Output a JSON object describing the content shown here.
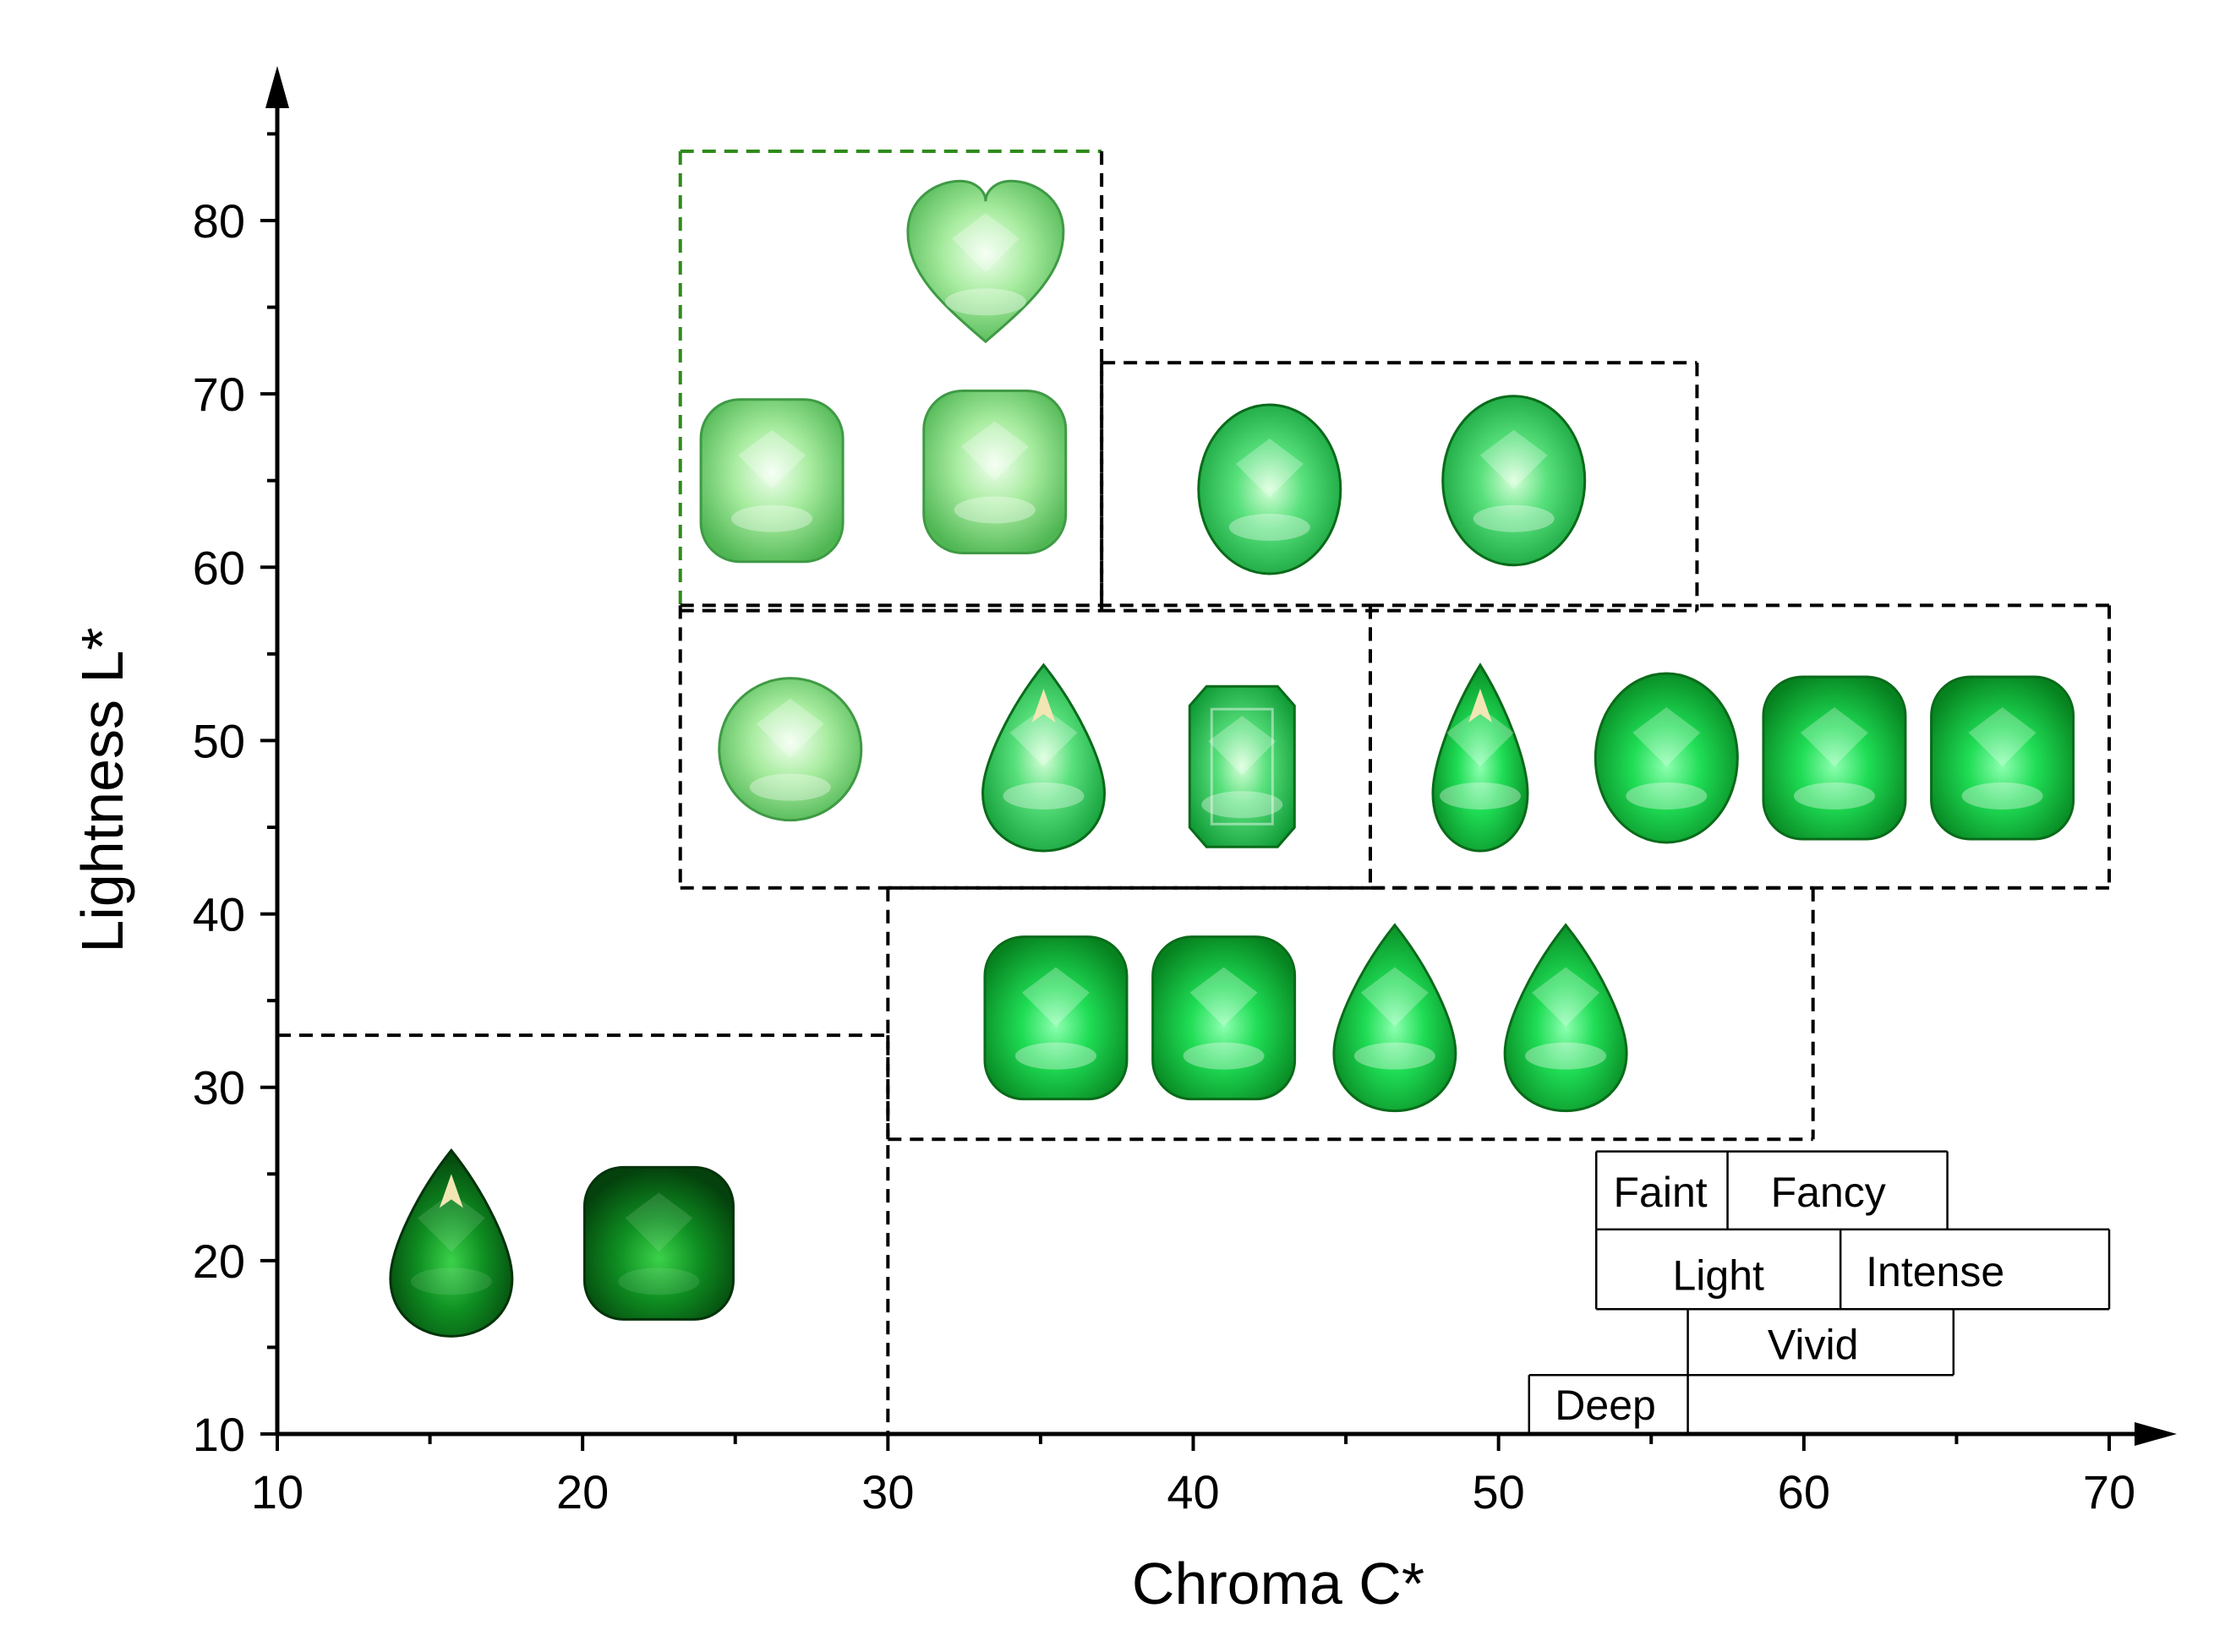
{
  "chart_data": {
    "type": "scatter",
    "title": "",
    "xlabel": "Chroma C*",
    "ylabel": "Lightness L*",
    "xlim": [
      10,
      70
    ],
    "ylim": [
      10,
      85
    ],
    "x_ticks": [
      10,
      20,
      30,
      40,
      50,
      60,
      70
    ],
    "y_ticks": [
      10,
      20,
      30,
      40,
      50,
      60,
      70,
      80
    ],
    "grid": false,
    "gem_color": "#19b83a",
    "gem_dark_color": "#0a6b1a",
    "box_color": "#000000",
    "box_highlight_color": "#2e8b1a",
    "points": [
      {
        "shape": "heart",
        "x": 33.2,
        "y": 77.5,
        "tone": "pale"
      },
      {
        "shape": "cushion",
        "x": 26.2,
        "y": 65.0,
        "tone": "pale"
      },
      {
        "shape": "cushion",
        "x": 33.5,
        "y": 65.5,
        "tone": "pale"
      },
      {
        "shape": "oval",
        "x": 42.5,
        "y": 64.5,
        "tone": "light"
      },
      {
        "shape": "oval",
        "x": 50.5,
        "y": 65.0,
        "tone": "light"
      },
      {
        "shape": "round",
        "x": 26.8,
        "y": 49.5,
        "tone": "pale"
      },
      {
        "shape": "pear",
        "x": 35.1,
        "y": 49.0,
        "tone": "light"
      },
      {
        "shape": "emerald",
        "x": 41.6,
        "y": 48.5,
        "tone": "light"
      },
      {
        "shape": "pear",
        "x": 49.4,
        "y": 49.0,
        "tone": "vivid"
      },
      {
        "shape": "oval",
        "x": 55.5,
        "y": 49.0,
        "tone": "vivid"
      },
      {
        "shape": "cushion",
        "x": 61.0,
        "y": 49.0,
        "tone": "vivid"
      },
      {
        "shape": "cushion",
        "x": 66.5,
        "y": 49.0,
        "tone": "vivid"
      },
      {
        "shape": "cushion",
        "x": 35.5,
        "y": 34.0,
        "tone": "vivid"
      },
      {
        "shape": "cushion",
        "x": 41.0,
        "y": 34.0,
        "tone": "vivid"
      },
      {
        "shape": "pear",
        "x": 46.6,
        "y": 34.0,
        "tone": "vivid"
      },
      {
        "shape": "pear",
        "x": 52.2,
        "y": 34.0,
        "tone": "vivid"
      },
      {
        "shape": "pear",
        "x": 15.7,
        "y": 21.0,
        "tone": "deep"
      },
      {
        "shape": "cushion",
        "x": 22.5,
        "y": 21.0,
        "tone": "deep"
      }
    ],
    "regions": [
      {
        "x0": 23.2,
        "x1": 37.0,
        "y0": 57.5,
        "y1": 84.0,
        "highlight_left_top": true
      },
      {
        "x0": 37.0,
        "x1": 56.5,
        "y0": 57.5,
        "y1": 71.8,
        "highlight_left_top": false
      },
      {
        "x0": 23.2,
        "x1": 45.8,
        "y0": 41.5,
        "y1": 57.8,
        "highlight_left_top": false
      },
      {
        "x0": 45.8,
        "x1": 70.0,
        "y0": 41.5,
        "y1": 57.8,
        "highlight_left_top": false
      },
      {
        "x0": 30.0,
        "x1": 60.3,
        "y0": 27.0,
        "y1": 41.5,
        "highlight_left_top": false
      }
    ],
    "deep_region": {
      "x_end": 30.0,
      "y_top": 33.0
    },
    "category_labels": [
      {
        "text": "Faint",
        "x": 55.3,
        "y": 24.0
      },
      {
        "text": "Fancy",
        "x": 60.8,
        "y": 24.0
      },
      {
        "text": "Light",
        "x": 57.2,
        "y": 19.2
      },
      {
        "text": "Intense",
        "x": 64.3,
        "y": 19.4
      },
      {
        "text": "Vivid",
        "x": 60.3,
        "y": 15.2
      },
      {
        "text": "Deep",
        "x": 53.5,
        "y": 11.7
      }
    ],
    "category_lines": [
      [
        [
          53.2,
          26.3
        ],
        [
          64.7,
          26.3
        ]
      ],
      [
        [
          53.2,
          26.3
        ],
        [
          53.2,
          21.8
        ]
      ],
      [
        [
          57.5,
          26.3
        ],
        [
          57.5,
          21.8
        ]
      ],
      [
        [
          64.7,
          26.3
        ],
        [
          64.7,
          21.8
        ]
      ],
      [
        [
          53.2,
          21.8
        ],
        [
          70.0,
          21.8
        ]
      ],
      [
        [
          53.2,
          21.8
        ],
        [
          53.2,
          17.2
        ]
      ],
      [
        [
          61.2,
          21.8
        ],
        [
          61.2,
          17.2
        ]
      ],
      [
        [
          70.0,
          21.8
        ],
        [
          70.0,
          17.2
        ]
      ],
      [
        [
          53.2,
          17.2
        ],
        [
          70.0,
          17.2
        ]
      ],
      [
        [
          56.2,
          17.2
        ],
        [
          56.2,
          13.4
        ]
      ],
      [
        [
          56.2,
          13.4
        ],
        [
          64.9,
          13.4
        ]
      ],
      [
        [
          64.9,
          17.2
        ],
        [
          64.9,
          13.4
        ]
      ],
      [
        [
          51.0,
          13.4
        ],
        [
          56.2,
          13.4
        ]
      ],
      [
        [
          51.0,
          13.4
        ],
        [
          51.0,
          10.0
        ]
      ],
      [
        [
          56.2,
          13.4
        ],
        [
          56.2,
          10.0
        ]
      ]
    ]
  }
}
